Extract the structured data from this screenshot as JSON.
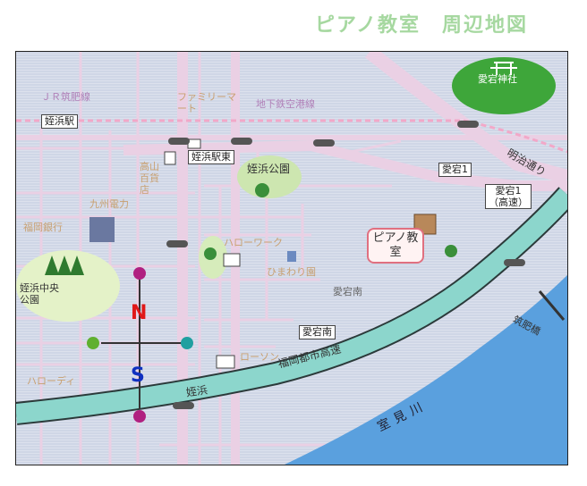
{
  "header": {
    "title": "ピアノ教室　周辺地図"
  },
  "map": {
    "stations": {
      "meinohama": "姪浜駅"
    },
    "railways": {
      "jr_chikuhi": "ＪＲ筑肥線",
      "subway": "地下鉄空港線"
    },
    "bus_stops": {
      "meinohama_east": "姪浜駅東",
      "atago_1": "愛宕1",
      "atago_1_expressway": "愛宕1（高速）",
      "atago_south": "愛宕南"
    },
    "shrine": "愛宕神社",
    "parks": {
      "meinohama_park": "姪浜公園",
      "meinohama_chuo_park": "姪浜中央公園"
    },
    "piano_school": "ピアノ教室",
    "places": {
      "family_mart": "ファミリーマート",
      "takayama_dept": "高山百貨店",
      "kyushu_denryoku": "九州電力",
      "fukuoka_bank": "福岡銀行",
      "hello_work": "ハローワーク",
      "himawari": "ひまわり園",
      "lawson": "ローソン",
      "harody": "ハローディ"
    },
    "areas": {
      "atago_minami": "愛宕南"
    },
    "roads": {
      "meiji_dori": "明治通り",
      "expressway": "福岡都市高速",
      "meinohama_road": "姪浜",
      "chikuhi_bridge": "筑肥橋"
    },
    "river": "室見川",
    "compass": {
      "north": "N",
      "south": "S"
    }
  }
}
